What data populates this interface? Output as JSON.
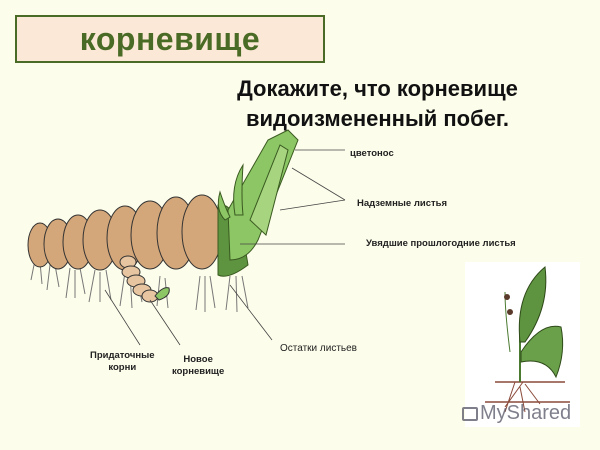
{
  "title": "корневище",
  "question": {
    "line1": "Докажите, что корневище",
    "line2": "видоизмененный побег."
  },
  "diagram": {
    "labels": {
      "peduncle": "цветонос",
      "above_ground_leaves": "Надземные листья",
      "withered_last_year_leaves": "Увядшие прошлогодние листья",
      "leaf_remains": "Остатки листьев",
      "adventitious_roots_line1": "Придаточные",
      "adventitious_roots_line2": "корни",
      "new_rhizome_line1": "Новое",
      "new_rhizome_line2": "корневище"
    }
  },
  "photo": {
    "watermark": "MyShared"
  },
  "colors": {
    "background": "#fdfdeb",
    "title_box_fill": "#fbe8d6",
    "title_accent": "#4a6b25",
    "rhizome": "#d4a77a",
    "leaf_green": "#8cc665",
    "leaf_dark": "#5e9440"
  }
}
